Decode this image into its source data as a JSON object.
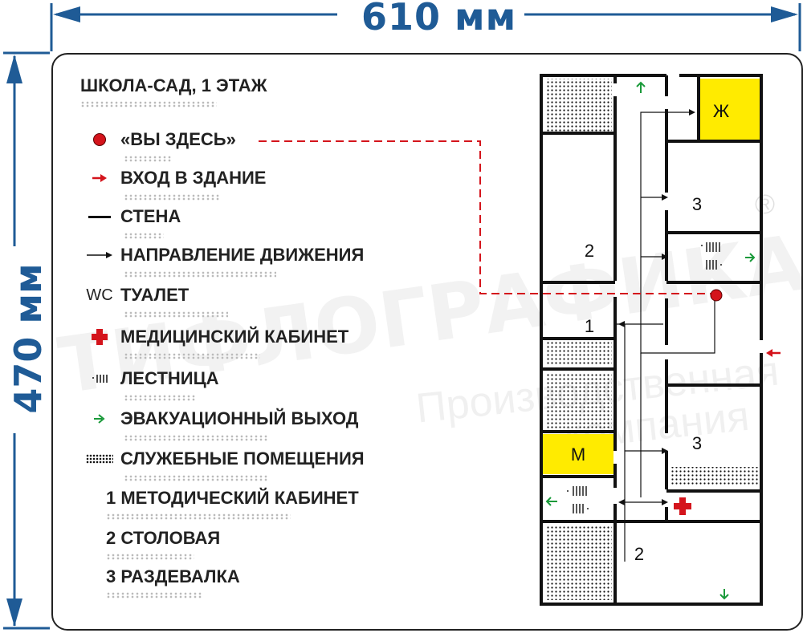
{
  "dimensions": {
    "width": "610 мм",
    "height": "470 мм"
  },
  "watermark": {
    "brand": "ТИФЛОГРАФИКА",
    "sub_line1": "Производственная",
    "sub_line2": "компания",
    "reg": "®"
  },
  "title": "ШКОЛА-САД,  1 ЭТАЖ",
  "legend": [
    {
      "icon": "you-are-here-dot",
      "label": "«ВЫ  ЗДЕСЬ»"
    },
    {
      "icon": "entrance-arrow",
      "label": "ВХОД В ЗДАНИЕ"
    },
    {
      "icon": "wall-line",
      "label": "СТЕНА"
    },
    {
      "icon": "direction-arrow",
      "label": "НАПРАВЛЕНИЕ ДВИЖЕНИЯ"
    },
    {
      "icon": "wc-text",
      "symbol": "WC",
      "label": "ТУАЛЕТ"
    },
    {
      "icon": "red-cross",
      "label": "МЕДИЦИНСКИЙ КАБИНЕТ"
    },
    {
      "icon": "stairs",
      "label": "ЛЕСТНИЦА"
    },
    {
      "icon": "evacuation-arrow",
      "label": "ЭВАКУАЦИОННЫЙ ВЫХОД"
    },
    {
      "icon": "dotted-pattern",
      "label": "СЛУЖЕБНЫЕ  ПОМЕЩЕНИЯ"
    }
  ],
  "rooms_key": [
    {
      "label": "1 МЕТОДИЧЕСКИЙ КАБИНЕТ"
    },
    {
      "label": "2 СТОЛОВАЯ"
    },
    {
      "label": "3 РАЗДЕВАЛКА"
    }
  ],
  "plan_labels": {
    "toilet_female": "Ж",
    "toilet_male": "М",
    "room3_top": "3",
    "room2_left": "2",
    "room1": "1",
    "room3_bottom": "3",
    "room2_bottom": "2"
  },
  "colors": {
    "dimension": "#1f5b96",
    "red": "#d4141c",
    "green": "#1a9a3a",
    "yellow": "#ffeb00"
  }
}
